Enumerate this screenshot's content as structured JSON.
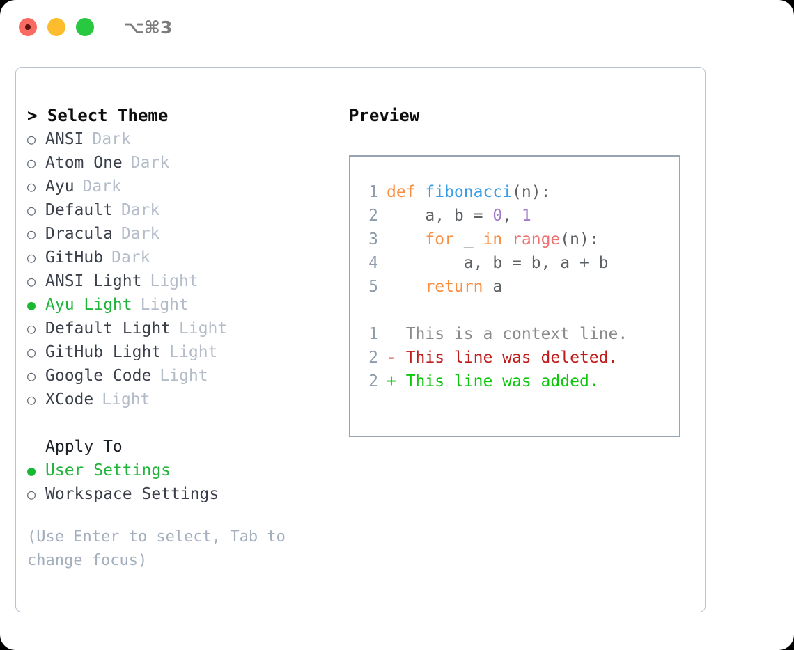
{
  "titlebar": {
    "shortcut": "⌥⌘3",
    "buttons": [
      "close",
      "minimize",
      "maximize"
    ]
  },
  "theme_panel": {
    "title": "> Select Theme",
    "items": [
      {
        "marker": "○",
        "label": "ANSI",
        "tag": "Dark",
        "selected": false
      },
      {
        "marker": "○",
        "label": "Atom One",
        "tag": "Dark",
        "selected": false
      },
      {
        "marker": "○",
        "label": "Ayu",
        "tag": "Dark",
        "selected": false
      },
      {
        "marker": "○",
        "label": "Default",
        "tag": "Dark",
        "selected": false
      },
      {
        "marker": "○",
        "label": "Dracula",
        "tag": "Dark",
        "selected": false
      },
      {
        "marker": "○",
        "label": "GitHub",
        "tag": "Dark",
        "selected": false
      },
      {
        "marker": "○",
        "label": "ANSI Light",
        "tag": "Light",
        "selected": false
      },
      {
        "marker": "●",
        "label": "Ayu Light",
        "tag": "Light",
        "selected": true
      },
      {
        "marker": "○",
        "label": "Default Light",
        "tag": "Light",
        "selected": false
      },
      {
        "marker": "○",
        "label": "GitHub Light",
        "tag": "Light",
        "selected": false
      },
      {
        "marker": "○",
        "label": "Google Code",
        "tag": "Light",
        "selected": false
      },
      {
        "marker": "○",
        "label": "XCode",
        "tag": "Light",
        "selected": false
      }
    ]
  },
  "apply_to": {
    "title": "Apply To",
    "items": [
      {
        "marker": "●",
        "label": "User Settings",
        "selected": true
      },
      {
        "marker": "○",
        "label": "Workspace Settings",
        "selected": false
      }
    ]
  },
  "hint": "(Use Enter to select, Tab to change focus)",
  "preview": {
    "title": "Preview",
    "code_lines": [
      {
        "num": "1",
        "tokens": [
          {
            "t": "def ",
            "c": "kw"
          },
          {
            "t": "fibonacci",
            "c": "fn"
          },
          {
            "t": "(n):",
            "c": "pl"
          }
        ]
      },
      {
        "num": "2",
        "tokens": [
          {
            "t": "    a, b = ",
            "c": "pl"
          },
          {
            "t": "0",
            "c": "num"
          },
          {
            "t": ", ",
            "c": "pl"
          },
          {
            "t": "1",
            "c": "num"
          }
        ]
      },
      {
        "num": "3",
        "tokens": [
          {
            "t": "    ",
            "c": "pl"
          },
          {
            "t": "for",
            "c": "kw"
          },
          {
            "t": " _ ",
            "c": "pl"
          },
          {
            "t": "in",
            "c": "kw"
          },
          {
            "t": " ",
            "c": "pl"
          },
          {
            "t": "range",
            "c": "call"
          },
          {
            "t": "(n):",
            "c": "pl"
          }
        ]
      },
      {
        "num": "4",
        "tokens": [
          {
            "t": "        a, b = b, a + b",
            "c": "pl"
          }
        ]
      },
      {
        "num": "5",
        "tokens": [
          {
            "t": "    ",
            "c": "pl"
          },
          {
            "t": "return",
            "c": "kw"
          },
          {
            "t": " a",
            "c": "pl"
          }
        ]
      }
    ],
    "diff_lines": [
      {
        "num": "1",
        "text": "  This is a context line.",
        "kind": "ctx"
      },
      {
        "num": "2",
        "text": "- This line was deleted.",
        "kind": "del"
      },
      {
        "num": "2",
        "text": "+ This line was added.",
        "kind": "add"
      }
    ]
  },
  "colors": {
    "accent_green": "#1fb43a",
    "keyword_orange": "#fa8d3e",
    "function_blue": "#399ee6",
    "number_purple": "#a37acc",
    "call_red": "#f07171",
    "diff_delete": "#c01c1c",
    "diff_add": "#0ac70a",
    "muted": "#b3bcc8",
    "border": "#97a4b4"
  }
}
